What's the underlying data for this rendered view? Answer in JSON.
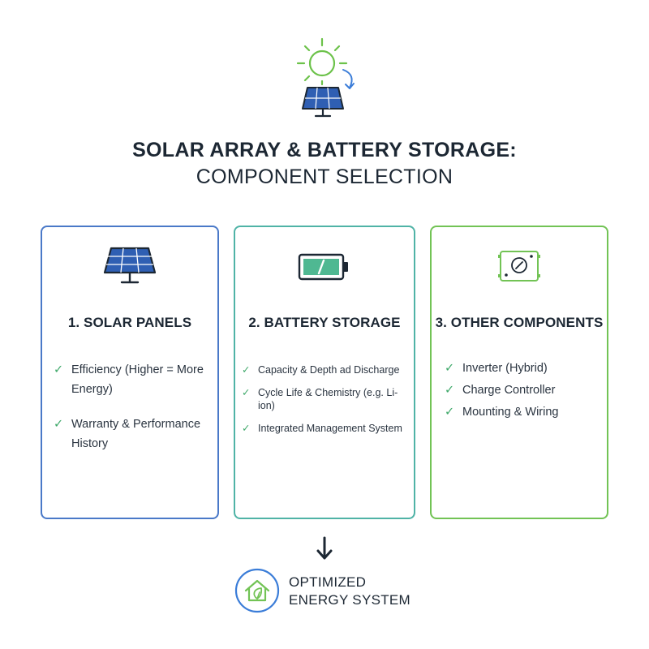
{
  "title": {
    "line1": "SOLAR ARRAY & BATTERY STORAGE:",
    "line2": "COMPONENT SELECTION"
  },
  "cards": [
    {
      "heading": "1. SOLAR PANELS",
      "icon": "solar-panel-icon",
      "border_color": "#4a79c8",
      "items": [
        "Efficiency (Higher = More Energy)",
        "Warranty & Performance History"
      ]
    },
    {
      "heading": "2. BATTERY STORAGE",
      "icon": "battery-icon",
      "border_color": "#4fb3a6",
      "items": [
        "Capacity & Depth ad Discharge",
        "Cycle Life & Chemistry (e.g. Li-ion)",
        "Integrated Management System"
      ]
    },
    {
      "heading": "3. OTHER COMPONENTS",
      "icon": "inverter-icon",
      "border_color": "#72c355",
      "items": [
        "Inverter (Hybrid)",
        "Charge Controller",
        "Mounting & Wiring"
      ]
    }
  ],
  "result": {
    "line1": "OPTIMIZED",
    "line2": "ENERGY SYSTEM",
    "icon": "eco-house-icon"
  },
  "colors": {
    "blue": "#4a79c8",
    "teal": "#4fb3a6",
    "green": "#72c355",
    "check": "#3fa96a",
    "dark": "#1c2733"
  }
}
